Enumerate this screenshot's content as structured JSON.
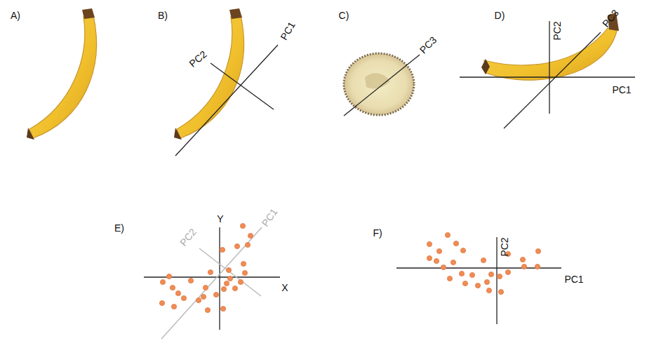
{
  "diagram": {
    "labels": [
      "A)",
      "B)",
      "PC2",
      "PC1",
      "C)",
      "PC3",
      "D)",
      "PC2",
      "PC3",
      "PC1",
      "E)",
      "Y",
      "PC2",
      "PC1",
      "X",
      "F)",
      "PC2",
      "PC1"
    ]
  }
}
